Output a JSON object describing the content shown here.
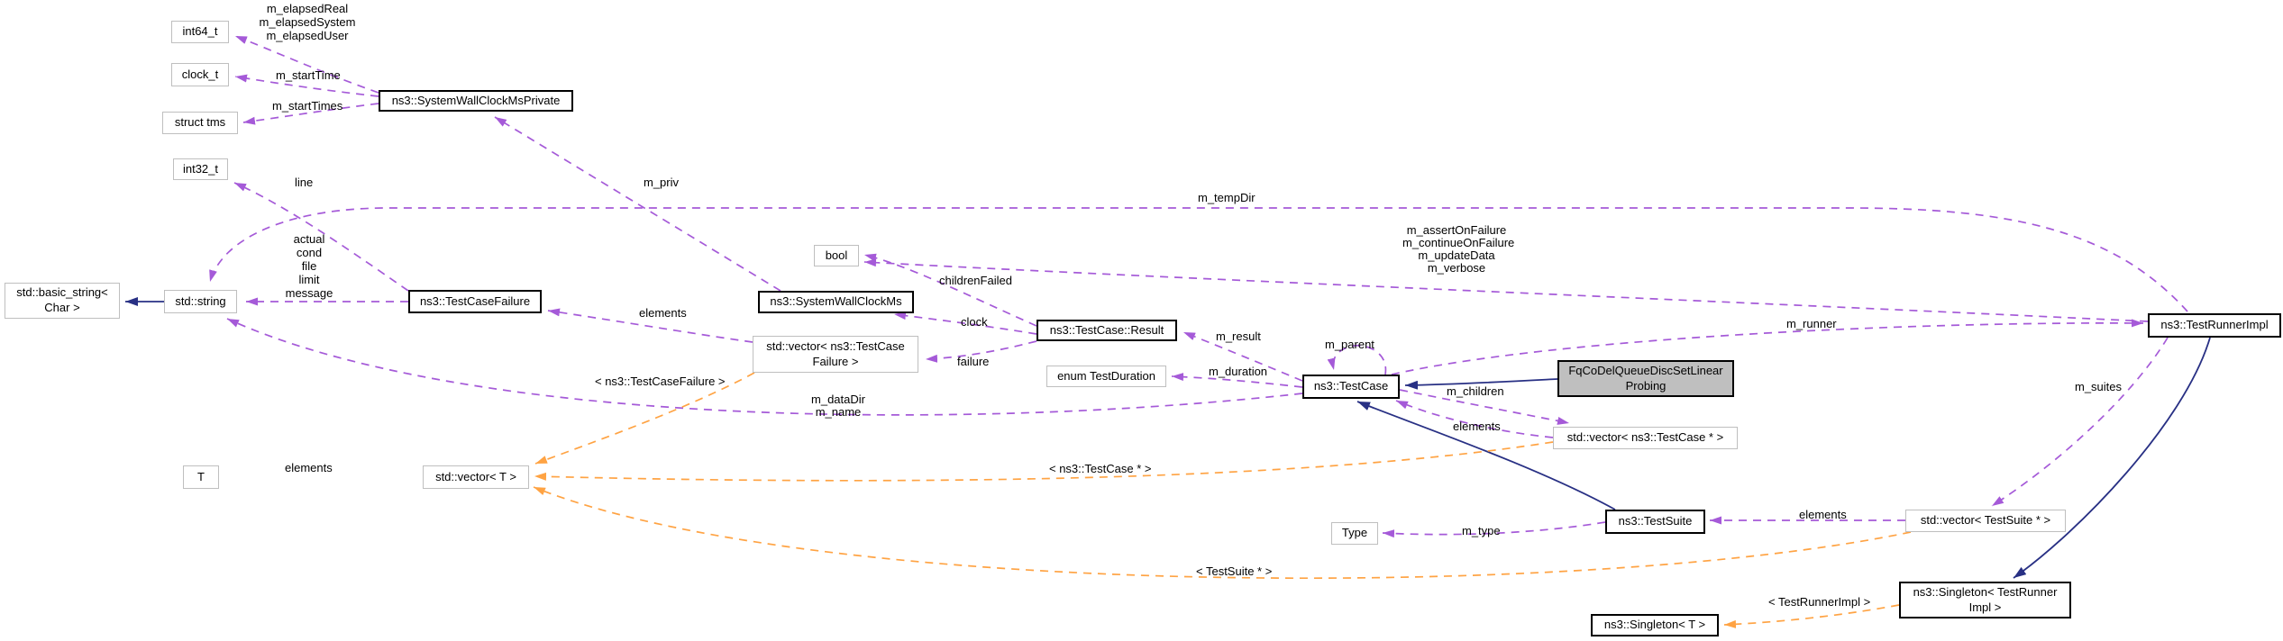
{
  "colors": {
    "purple": "#a55ad8",
    "orange": "#ffa343",
    "navy": "#283084",
    "border": "#bfbfbf",
    "current": "#bfbfbf"
  },
  "nodes": {
    "int64_t": "int64_t",
    "clock_t": "clock_t",
    "struct_tms": "struct tms",
    "int32_t": "int32_t",
    "basic_string_1": "std::basic_string<",
    "basic_string_2": "Char >",
    "std_string": "std::string",
    "system_wall_clock_ms_private": "ns3::SystemWallClockMsPrivate",
    "test_case_failure": "ns3::TestCaseFailure",
    "bool": "bool",
    "system_wall_clock_ms": "ns3::SystemWallClockMs",
    "vector_test_case_failure_1": "std::vector< ns3::TestCase",
    "vector_test_case_failure_2": "Failure >",
    "test_case_result": "ns3::TestCase::Result",
    "enum_test_duration": "enum TestDuration",
    "test_case": "ns3::TestCase",
    "fq_codel_1": "FqCoDelQueueDiscSetLinear",
    "fq_codel_2": "Probing",
    "vector_test_case_ptr": "std::vector< ns3::TestCase * >",
    "test_runner_impl": "ns3::TestRunnerImpl",
    "t": "T",
    "vector_t": "std::vector< T >",
    "test_suite": "ns3::TestSuite",
    "type": "Type",
    "vector_test_suite_ptr": "std::vector< TestSuite * >",
    "singleton_test_runner_1": "ns3::Singleton< TestRunner",
    "singleton_test_runner_2": "Impl >",
    "singleton_t": "ns3::Singleton< T >"
  },
  "edge_labels": {
    "m_elapsed_1": "m_elapsedReal",
    "m_elapsed_2": "m_elapsedSystem",
    "m_elapsed_3": "m_elapsedUser",
    "m_start_time": "m_startTime",
    "m_start_times": "m_startTimes",
    "line": "line",
    "field_1": "actual",
    "field_2": "cond",
    "field_3": "file",
    "field_4": "limit",
    "field_5": "message",
    "m_priv": "m_priv",
    "elements_failure": "elements",
    "children_failed": "childrenFailed",
    "clock": "clock",
    "failure": "failure",
    "m_result": "m_result",
    "m_duration": "m_duration",
    "m_parent": "m_parent",
    "m_children": "m_children",
    "elements_children": "elements",
    "m_data_dir": "m_dataDir",
    "m_name": "m_name",
    "m_temp_dir": "m_tempDir",
    "flag_1": "m_assertOnFailure",
    "flag_2": "m_continueOnFailure",
    "flag_3": "m_updateData",
    "flag_4": "m_verbose",
    "m_runner": "m_runner",
    "m_suites": "m_suites",
    "elements_t": "elements",
    "elements_suites": "elements",
    "m_type": "m_type",
    "tmpl_test_case_failure": "< ns3::TestCaseFailure >",
    "tmpl_test_case_ptr": "< ns3::TestCase * >",
    "tmpl_test_suite_ptr": "< TestSuite * >",
    "tmpl_test_runner_impl": "< TestRunnerImpl >"
  }
}
